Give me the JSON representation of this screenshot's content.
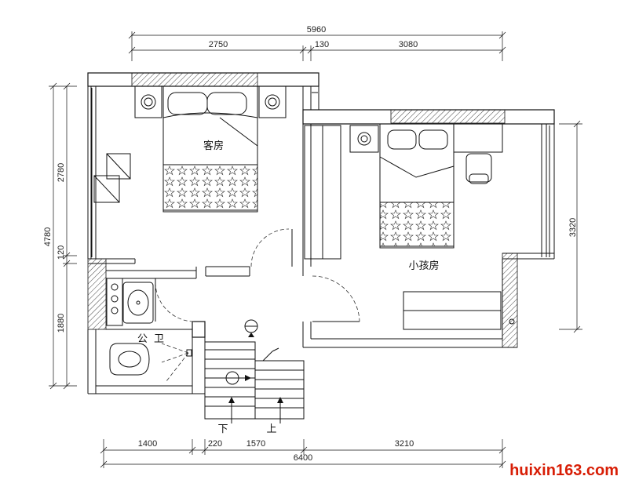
{
  "dimensions": {
    "top_total": "5960",
    "top_left": "2750",
    "top_mid": "130",
    "top_right": "3080",
    "bottom_total": "6400",
    "bottom_1": "1400",
    "bottom_2": "220",
    "bottom_3": "1570",
    "bottom_4": "3210",
    "left_total": "4780",
    "left_1": "2780",
    "left_2": "120",
    "left_3": "1880",
    "right_1": "3320"
  },
  "rooms": {
    "guest_room": "客房",
    "kids_room": "小孩房",
    "bathroom": "公卫"
  },
  "stairs": {
    "down": "下",
    "up": "上"
  },
  "watermark": "huixin163.com"
}
